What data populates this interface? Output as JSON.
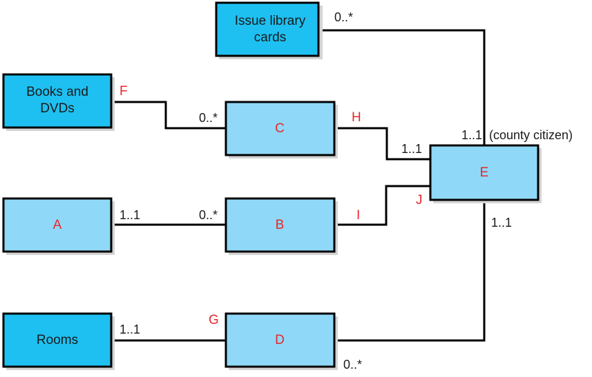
{
  "entities": {
    "issue_library_cards": {
      "line1": "Issue library",
      "line2": "cards",
      "color": "#1ec0f1"
    },
    "books_and_dvds": {
      "line1": "Books and",
      "line2": "DVDs",
      "color": "#1ec0f1"
    },
    "rooms": {
      "label": "Rooms",
      "color": "#1ec0f1"
    },
    "a": {
      "label": "A",
      "color": "#8fd8f7"
    },
    "b": {
      "label": "B",
      "color": "#8fd8f7"
    },
    "c": {
      "label": "C",
      "color": "#8fd8f7"
    },
    "d": {
      "label": "D",
      "color": "#8fd8f7"
    },
    "e": {
      "label": "E",
      "color": "#8fd8f7"
    }
  },
  "multiplicities": {
    "issue_cards_end": "0..*",
    "e_top": "1..1",
    "e_top_note": "(county citizen)",
    "c_left": "0..*",
    "e_left_upper": "1..1",
    "a_right": "1..1",
    "b_left": "0..*",
    "e_bottom": "1..1",
    "rooms_right": "1..1",
    "d_bottom": "0..*"
  },
  "blank_labels": {
    "f": "F",
    "g": "G",
    "h": "H",
    "i": "I",
    "j": "J"
  },
  "colors": {
    "dark_box": "#1ec0f1",
    "light_box": "#8fd8f7",
    "blank_letter": "#e8262a",
    "line": "#000000"
  }
}
